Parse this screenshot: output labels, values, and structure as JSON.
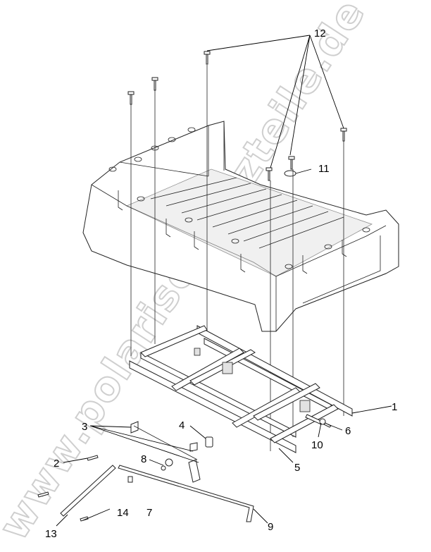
{
  "diagram": {
    "callouts": [
      {
        "id": "c1",
        "label": "1"
      },
      {
        "id": "c2",
        "label": "2"
      },
      {
        "id": "c3",
        "label": "3"
      },
      {
        "id": "c4",
        "label": "4"
      },
      {
        "id": "c5",
        "label": "5"
      },
      {
        "id": "c6",
        "label": "6"
      },
      {
        "id": "c7",
        "label": "7"
      },
      {
        "id": "c8",
        "label": "8"
      },
      {
        "id": "c9",
        "label": "9"
      },
      {
        "id": "c10",
        "label": "10"
      },
      {
        "id": "c11",
        "label": "11"
      },
      {
        "id": "c12",
        "label": "12"
      },
      {
        "id": "c13",
        "label": "13"
      },
      {
        "id": "c14",
        "label": "14"
      }
    ],
    "watermark": "www.polarisersatzteile.de"
  }
}
